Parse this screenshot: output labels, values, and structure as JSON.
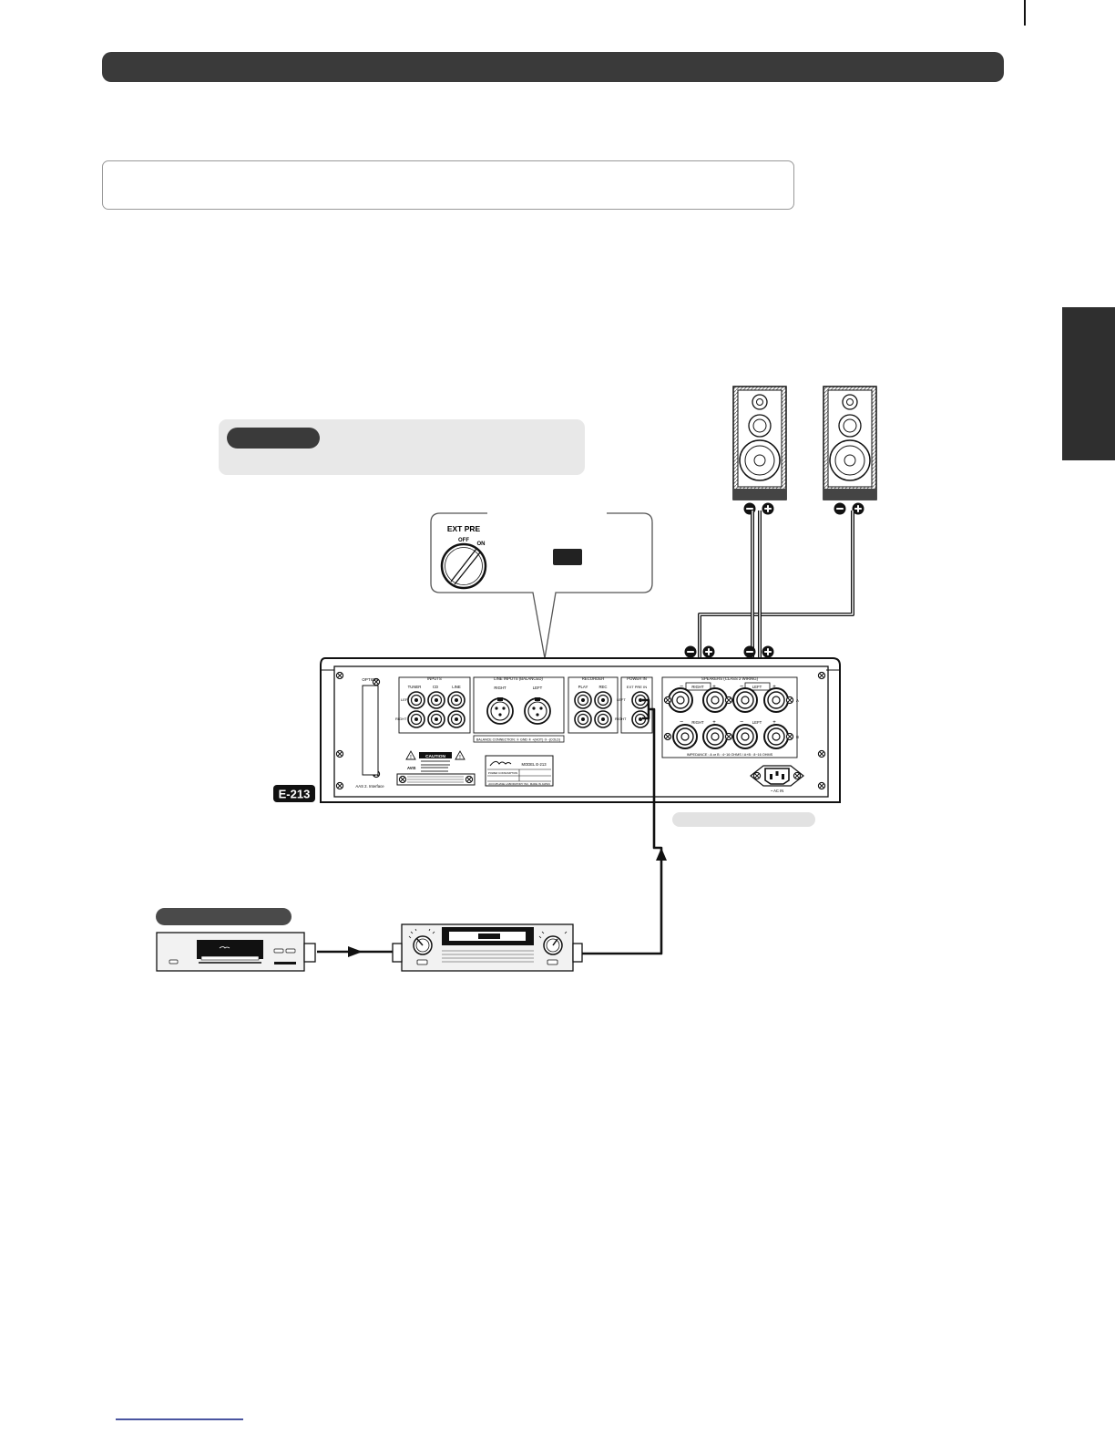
{
  "model_badge": "E-213",
  "switch_inset": {
    "title": "EXT PRE",
    "off_label": "OFF",
    "on_label": "ON"
  },
  "amp_panel": {
    "option_label": "OPTION",
    "option_sub": "AAS 2. Interface",
    "inputs_group": "INPUTS",
    "inputs_cols": [
      "TUNER",
      "CD",
      "LINE"
    ],
    "left_label": "LEFT",
    "right_label": "RIGHT",
    "balanced_group": "LINE INPUTS (BALANCED)",
    "balanced_right": "RIGHT",
    "balanced_left": "LEFT",
    "balanced_note": "BALANCE CONNECTION: ① GND ② +(HOT) ③ -(COLD)",
    "recorder_group": "RECORDER",
    "recorder_cols": [
      "PLAY",
      "REC"
    ],
    "power_in_group": "POWER IN",
    "ext_pre_in": "EXT PRE IN",
    "speakers_group": "SPEAKERS (CLASS 2 WIRING)",
    "spk_right": "RIGHT",
    "spk_left": "LEFT",
    "row_a": "A",
    "row_b": "B",
    "impedance_note": "IMPEDANCE : A or B : 4~16 OHMS / A+B : 8~16 OHMS",
    "caution_title": "CAUTION",
    "caution_avis": "AVIS",
    "maker_model": "MODEL E-213",
    "power_consumption": "POWER CONSUMPTION",
    "maker_footer": "ACCUPHASE LABORATORY INC. MADE IN JAPAN",
    "ac_in": "~ AC IN"
  },
  "colors": {
    "bar": "#3a3a3a",
    "panel": "#e8e8e8",
    "line": "#111111",
    "link": "#4a55a0"
  }
}
